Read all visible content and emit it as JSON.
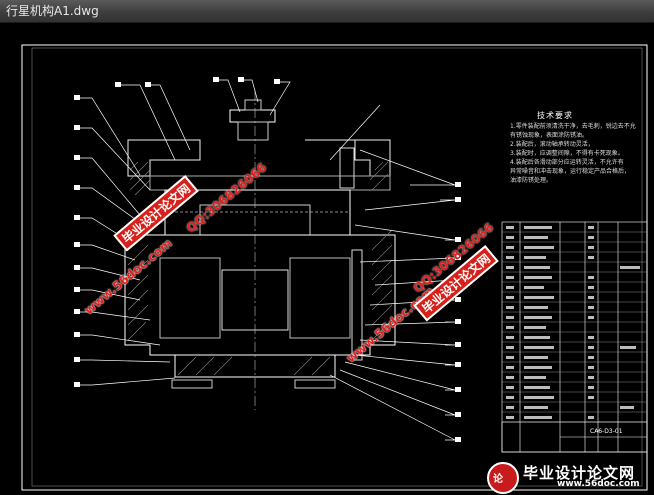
{
  "window": {
    "title": "行星机构A1.dwg"
  },
  "drawing": {
    "tech_notes_title": "技术要求",
    "tech_notes": [
      "1.零件装配前须清洗干净，去毛刺，锐边去不允",
      "  有锈蚀现象，表面涂防锈油。",
      "2.装配后，滚动轴承转动灵活，",
      "3.装配时，应调整间隙，不得有卡死现象。",
      "4.装配后各滑动部分应运转灵活，不允许有",
      "  异常噪音和冲击现象，运行稳定产品合格后，",
      "  油漆防锈处理。"
    ],
    "title_block_label": "CA6-D3-01"
  },
  "watermarks": {
    "site": "www.56doc.com",
    "qq": "QQ:306826066",
    "brand": "毕业设计论文网",
    "banner_brand": "毕业设计论文网",
    "banner_site": "www.56doc.com"
  }
}
